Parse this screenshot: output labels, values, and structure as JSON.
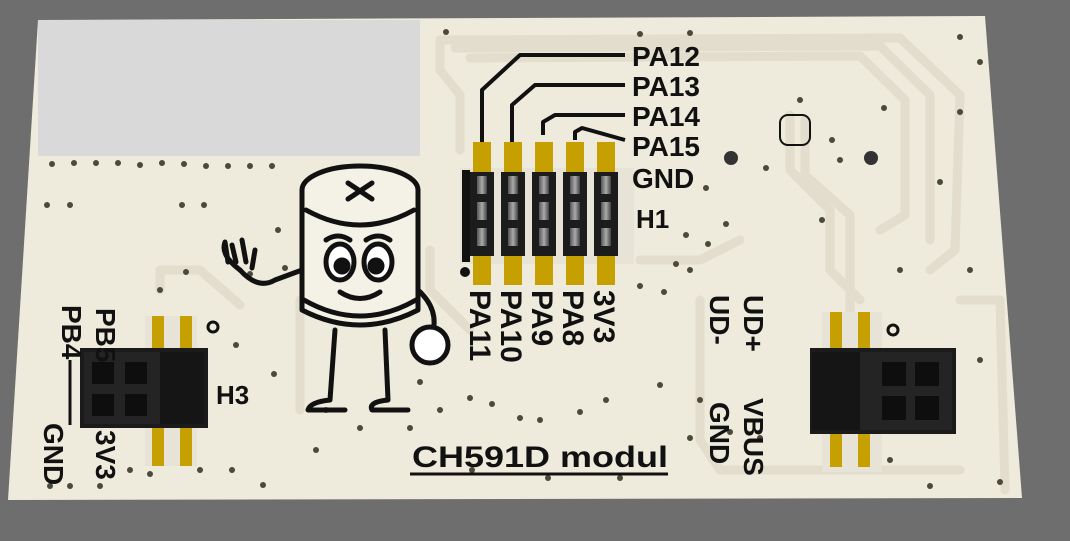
{
  "board": {
    "title": "CH591D modul",
    "colors": {
      "background": "#6e6e6e",
      "board": "#eeeadc",
      "antenna_zone": "#d9d9d9",
      "trace": "#e4e0d1",
      "gold": "#c6a000",
      "silkscreen": "#111111",
      "header_body": "#1a1a1a"
    }
  },
  "h1": {
    "designator": "H1",
    "top_labels": [
      "PA12",
      "PA13",
      "PA14",
      "PA15",
      "GND"
    ],
    "bottom_labels": [
      "PA11",
      "PA10",
      "PA9",
      "PA8",
      "3V3"
    ]
  },
  "h3": {
    "designator": "H3",
    "labels": [
      "PB5",
      "PB4",
      "3V3",
      "GND"
    ]
  },
  "usb": {
    "labels": [
      "UD+",
      "UD-",
      "VBUS",
      "GND"
    ]
  },
  "mascot": {
    "icon": "capacitor-mascot-icon"
  }
}
